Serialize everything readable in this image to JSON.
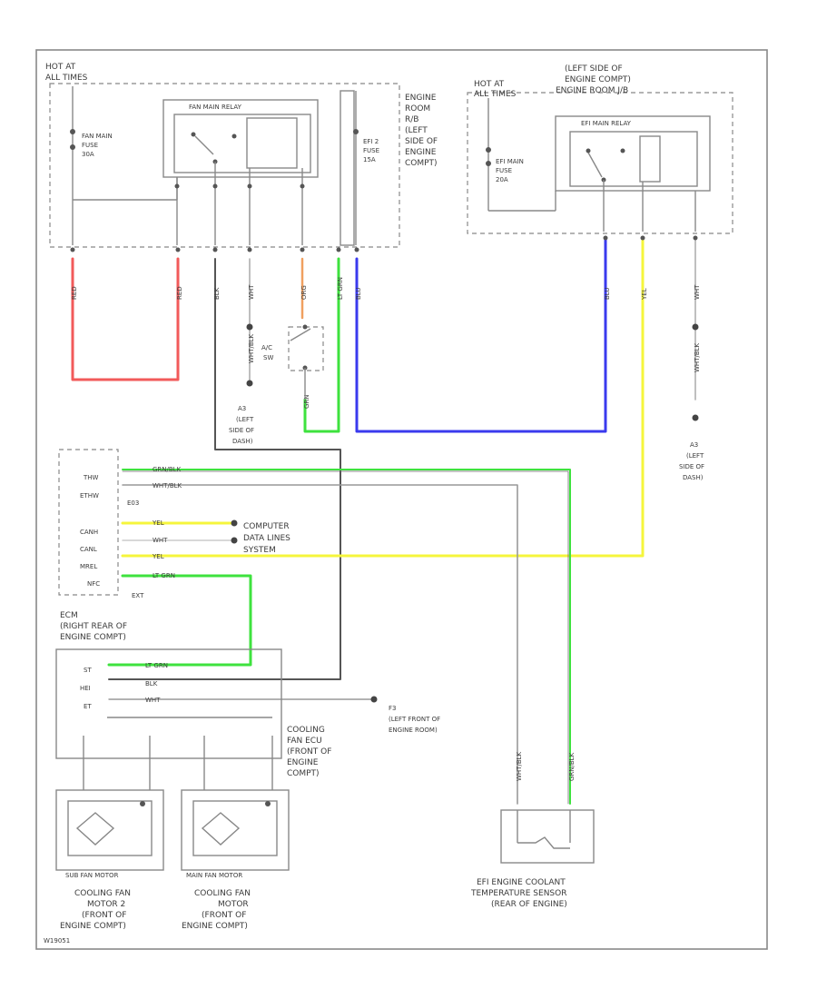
{
  "colors": {
    "red": "#f25a5a",
    "blue": "#3a3aee",
    "green": "#3ee23e",
    "yellow": "#f5f53c",
    "orange": "#f0a060",
    "gray": "#8a8a8a",
    "black": "#444444"
  },
  "power_left": {
    "line1": "HOT AT",
    "line2": "ALL TIMES"
  },
  "power_right": {
    "line1": "HOT AT",
    "line2": "ALL TIMES"
  },
  "left_fuse": {
    "line1": "FAN MAIN",
    "line2": "FUSE",
    "line3": "30A"
  },
  "fan_main_relay": "FAN MAIN RELAY",
  "efi_fuse": {
    "line1": "EFI 2",
    "line2": "FUSE",
    "line3": "15A"
  },
  "engine_room_rb": {
    "lines": [
      "ENGINE",
      "ROOM",
      "R/B",
      "(LEFT",
      "SIDE OF",
      "ENGINE",
      "COMPT)"
    ]
  },
  "right_box_loc": {
    "line1": "(LEFT SIDE OF",
    "line2": "ENGINE COMPT)",
    "line3": "ENGINE ROOM J/B"
  },
  "efi_main_relay": "EFI MAIN RELAY",
  "efi_main_fuse": {
    "line1": "EFI MAIN",
    "line2": "FUSE",
    "line3": "20A"
  },
  "wire_codes": {
    "red1": "RED",
    "red2": "RED",
    "blk": "BLK",
    "wht": "WHT",
    "org": "ORG",
    "ltgrn": "LT GRN",
    "blu": "BLU",
    "blu2": "BLU",
    "yel": "YEL",
    "wht2": "WHT",
    "grn": "GRN"
  },
  "splice_a": "WHT/BLK",
  "splice_b": "WHT/BLK",
  "ground_a": {
    "line1": "A3",
    "line2": "(LEFT",
    "line3": "SIDE OF",
    "line4": "DASH)"
  },
  "ground_b": {
    "line1": "A3",
    "line2": "(LEFT",
    "line3": "SIDE OF",
    "line4": "DASH)"
  },
  "ground_c": {
    "line1": "F3",
    "line2": "(LEFT FRONT OF",
    "line3": "ENGINE ROOM)"
  },
  "atc_switch": {
    "line1": "A/C",
    "line2": "SW"
  },
  "ecm": {
    "pins": [
      "THW",
      "ETHW",
      "E03",
      "CANH",
      "CANL",
      "MREL",
      "NFC"
    ],
    "wire_labels": [
      "GRN/BLK",
      "WHT/BLK",
      "YEL",
      "WHT",
      "YEL",
      "LT GRN"
    ],
    "extra": "EXT",
    "title_line1": "ECM",
    "title_line2": "(RIGHT REAR OF",
    "title_line3": "ENGINE COMPT)"
  },
  "computer_data": {
    "line1": "COMPUTER",
    "line2": "DATA LINES",
    "line3": "SYSTEM"
  },
  "fan_ecu": {
    "pins": [
      "ST",
      "HEI",
      "ET"
    ],
    "wire_labels": [
      "LT GRN",
      "BLK",
      "WHT"
    ],
    "lines": [
      "COOLING",
      "FAN ECU",
      "(FRONT OF",
      "ENGINE",
      "COMPT)"
    ]
  },
  "motor2": {
    "tag": "SUB FAN MOTOR",
    "lines": [
      "COOLING FAN",
      "MOTOR 2",
      "(FRONT OF",
      "ENGINE COMPT)"
    ]
  },
  "motor1": {
    "tag": "MAIN FAN MOTOR",
    "lines": [
      "COOLING FAN",
      "MOTOR",
      "(FRONT OF",
      "ENGINE COMPT)"
    ]
  },
  "sensor": {
    "wire1": "WHT/BLK",
    "wire2": "GRN/BLK",
    "line1": "EFI ENGINE COOLANT",
    "line2": "TEMPERATURE SENSOR",
    "line3": "(REAR OF ENGINE)"
  },
  "figure_code": "W19051"
}
